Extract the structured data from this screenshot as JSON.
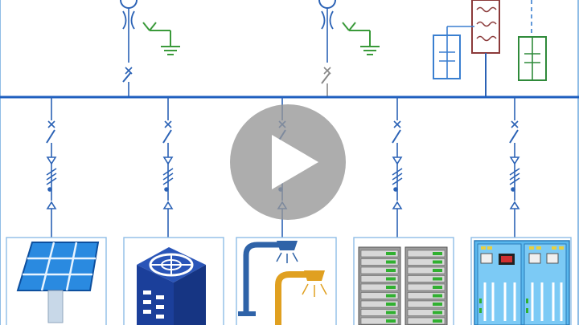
{
  "diagram": {
    "type": "single-line electrical schematic",
    "colors": {
      "bus": "#1f5fbf",
      "feeder": "#2b62b5",
      "ground": "#3a9a3a",
      "frame_border": "#8fbde6",
      "grey_symbol": "#888888",
      "breaker_box_red": "#8b3a3a",
      "breaker_box_blue": "#3a7fd0",
      "breaker_box_green": "#2f8a3a",
      "lamp_blue": "#2f63a8",
      "lamp_orange": "#e0a020",
      "solar_panel": "#1e6fd0",
      "hvac_unit": "#1b3f9a",
      "server_rack": "#777777",
      "server_led": "#30b030",
      "control_panel": "#5ab8ee"
    },
    "incoming_feeders": [
      {
        "id": "incomer-1",
        "icon": "isolator-transformer-ground-icon"
      },
      {
        "id": "incomer-2",
        "icon": "isolator-transformer-ground-icon"
      }
    ],
    "outgoing_loads": [
      {
        "id": "load-solar",
        "icon": "solar-panel-icon"
      },
      {
        "id": "load-hvac",
        "icon": "hvac-unit-icon"
      },
      {
        "id": "load-lighting",
        "icon": "street-lamp-icon"
      },
      {
        "id": "load-datacenter",
        "icon": "server-rack-icon"
      },
      {
        "id": "load-control",
        "icon": "control-panel-icon"
      }
    ]
  },
  "video": {
    "play_icon": "play-icon",
    "play_overlay_color": "#969696"
  }
}
